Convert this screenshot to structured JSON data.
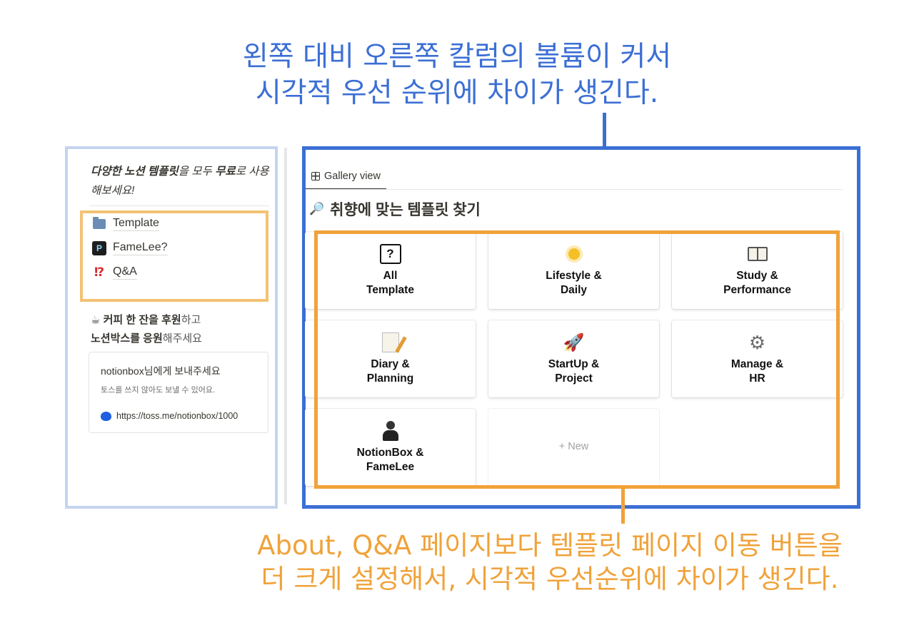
{
  "captions": {
    "top_line1": "왼쪽 대비 오른쪽 칼럼의 볼륨이 커서",
    "top_line2": "시각적 우선 순위에 차이가 생긴다.",
    "bottom_line1": "About, Q&A 페이지보다 템플릿 페이지 이동 버튼을",
    "bottom_line2": "더 크게 설정해서, 시각적 우선순위에 차이가 생긴다."
  },
  "sidebar": {
    "promo_p1": "다양한 노션 템플릿",
    "promo_p2": "을 모두 ",
    "promo_p3": "무료",
    "promo_p4": "로 사용해보세요!",
    "links": [
      {
        "label": "Template",
        "icon": "folder-icon"
      },
      {
        "label": "FameLee?",
        "icon": "avatar-icon"
      },
      {
        "label": "Q&A",
        "icon": "exclamation-question-icon"
      }
    ],
    "coffee_emoji": "☕",
    "coffee_p1": "커피 한 잔을 후원",
    "coffee_p2": "하고",
    "coffee_p3": "노션박스를 응원",
    "coffee_p4": "해주세요",
    "toss_card": {
      "title": "notionbox님에게 보내주세요",
      "subtitle": "토스를 쓰지 않아도 보낼 수 있어요.",
      "link": "https://toss.me/notionbox/1000"
    }
  },
  "gallery": {
    "tab_label": "Gallery view",
    "heading_icon": "🔎",
    "heading": "취향에 맞는 템플릿 찾기",
    "cards": [
      {
        "title": "All\nTemplate",
        "icon": "question-box-icon"
      },
      {
        "title": "Lifestyle &\nDaily",
        "icon": "sun-icon"
      },
      {
        "title": "Study &\nPerformance",
        "icon": "book-icon"
      },
      {
        "title": "Diary &\nPlanning",
        "icon": "memo-icon"
      },
      {
        "title": "StartUp &\nProject",
        "icon": "rocket-icon"
      },
      {
        "title": "Manage &\nHR",
        "icon": "gear-icon"
      },
      {
        "title": "NotionBox &\nFameLee",
        "icon": "person-icon"
      }
    ],
    "new_label": "+ New"
  },
  "colors": {
    "blue_annotation": "#3b6fd4",
    "orange_annotation": "#f0a23a",
    "light_blue_frame": "#c4d4f0",
    "light_orange_frame": "#f3c274"
  }
}
